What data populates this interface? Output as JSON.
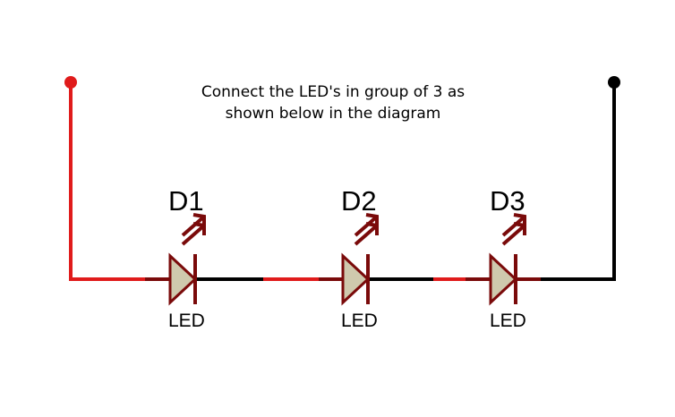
{
  "note": {
    "line1": "Connect the LED's in group of 3 as",
    "line2": "shown below in the diagram"
  },
  "colors": {
    "positive_wire": "#e01b1b",
    "negative_wire": "#000000",
    "component_outline": "#7a0a0a",
    "led_fill": "#cfc9ad",
    "background": "#ffffff"
  },
  "components": [
    {
      "ref": "D1",
      "type": "LED"
    },
    {
      "ref": "D2",
      "type": "LED"
    },
    {
      "ref": "D3",
      "type": "LED"
    }
  ]
}
